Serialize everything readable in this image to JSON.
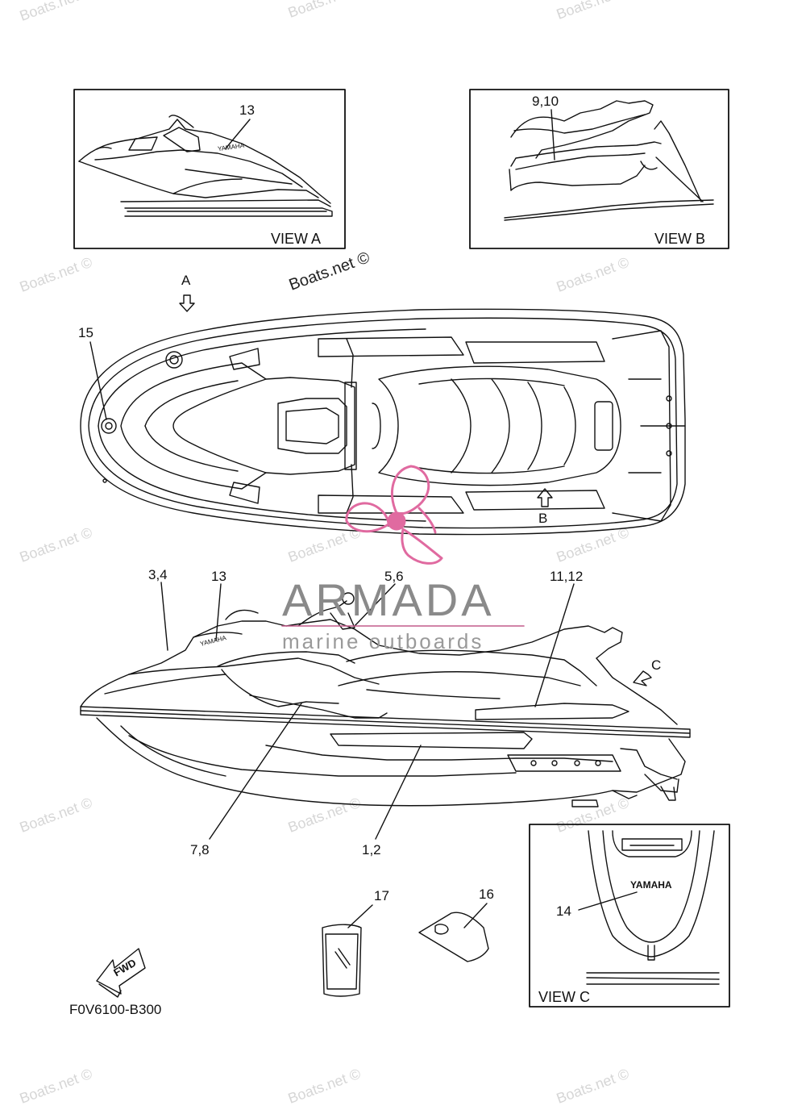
{
  "watermarks": {
    "site": "Boats.net ©",
    "brand_name": "ARMADA",
    "brand_tagline": "marine outboards"
  },
  "views": {
    "view_a": "VIEW A",
    "view_b": "VIEW B",
    "view_c": "VIEW C"
  },
  "arrows": {
    "a": "A",
    "b": "B",
    "c": "C"
  },
  "callouts": {
    "p13_view_a": "13",
    "p9_10": "9,10",
    "p15": "15",
    "p3_4": "3,4",
    "p13_side": "13",
    "p5_6": "5,6",
    "p11_12": "11,12",
    "p7_8": "7,8",
    "p1_2": "1,2",
    "p17": "17",
    "p16": "16",
    "p14": "14"
  },
  "decal_text": {
    "yamaha": "YAMAHA",
    "fwd": "FWD"
  },
  "diagram_code": "F0V6100-B300",
  "colors": {
    "line": "#111111",
    "watermark": "#d6d6d6",
    "brand_logo": "#e06aa0",
    "brand_text": "#8a8a8a"
  }
}
